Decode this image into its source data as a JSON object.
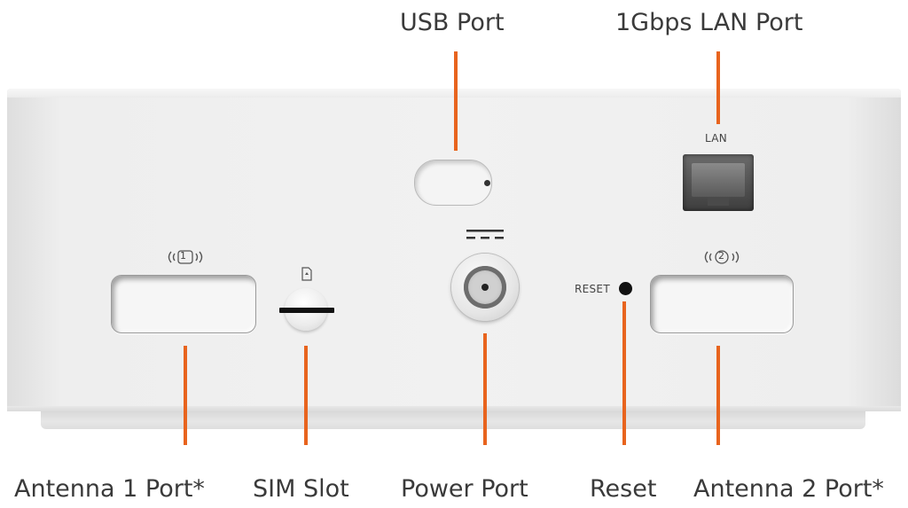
{
  "colors": {
    "accent": "#e8641e",
    "device": "#efefef",
    "label": "#3a3a3a"
  },
  "callouts": {
    "usb_port": "USB Port",
    "lan_port": "1Gbps LAN Port",
    "antenna1": "Antenna 1 Port*",
    "sim_slot": "SIM Slot",
    "power_port": "Power Port",
    "reset": "Reset",
    "antenna2": "Antenna 2 Port*"
  },
  "device": {
    "lan_text": "LAN",
    "reset_text": "RESET",
    "antenna1_number": "1",
    "antenna2_number": "2"
  },
  "icons": {
    "antenna": "antenna-signal-icon",
    "sim": "sim-card-icon",
    "dc": "dc-power-symbol-icon"
  }
}
